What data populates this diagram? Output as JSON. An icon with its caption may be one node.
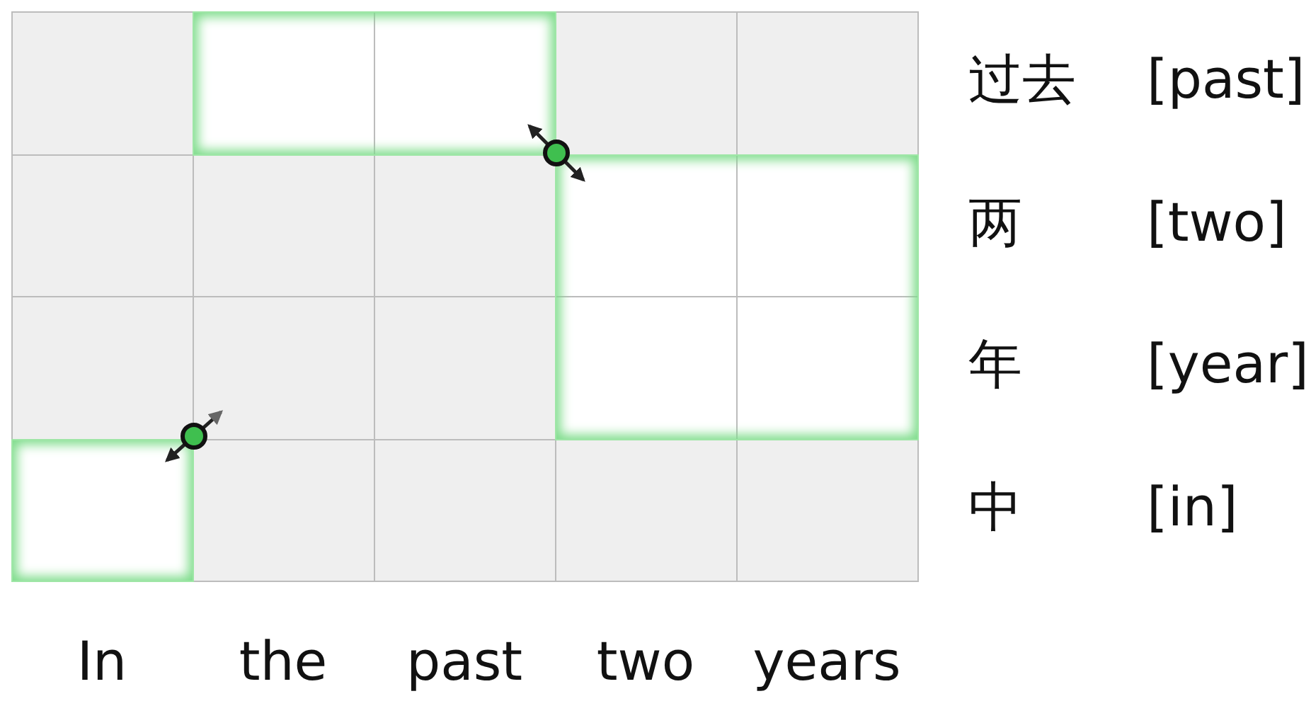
{
  "diagram": {
    "labels": [
      "过去",
      "[past]",
      "两",
      "[two]",
      "年",
      "[year]",
      "中",
      "[in]",
      "In",
      "the",
      "past",
      "two",
      "years"
    ]
  }
}
